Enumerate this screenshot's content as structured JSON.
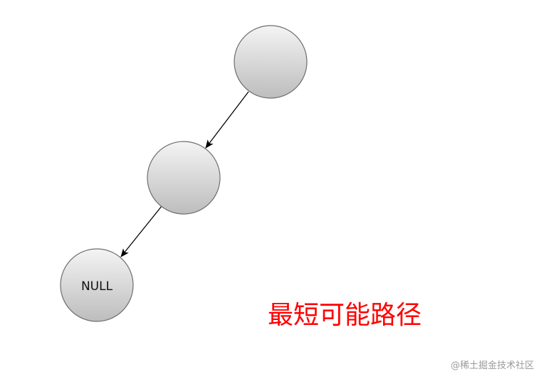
{
  "nodes": [
    {
      "id": "root",
      "label": ""
    },
    {
      "id": "left-child",
      "label": ""
    },
    {
      "id": "null-leaf",
      "label": "NULL"
    }
  ],
  "edges": [
    {
      "from": "root",
      "to": "left-child"
    },
    {
      "from": "left-child",
      "to": "null-leaf"
    }
  ],
  "caption": "最短可能路径",
  "watermark": "@稀土掘金技术社区",
  "colors": {
    "node_fill_top": "#f4f4f4",
    "node_fill_bottom": "#bdbdbd",
    "node_stroke": "#6e6e6e",
    "edge": "#000000",
    "caption": "#ff0000",
    "watermark": "#9a9a9a"
  }
}
